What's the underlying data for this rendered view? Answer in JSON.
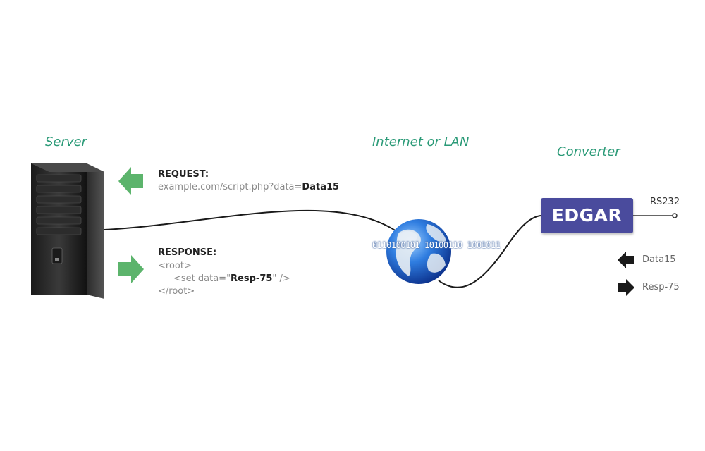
{
  "labels": {
    "server": "Server",
    "network": "Internet or LAN",
    "converter": "Converter"
  },
  "request": {
    "title": "REQUEST:",
    "url_prefix": "example.com/script.php?data=",
    "url_value": "Data15"
  },
  "response": {
    "title": "RESPONSE:",
    "line1": "<root>",
    "line2_prefix": "<set data=\"",
    "line2_value": "Resp-75",
    "line2_suffix": "\" />",
    "line3": "</root>"
  },
  "device": {
    "name": "EDGAR",
    "port": "RS232"
  },
  "legend": {
    "incoming": "Data15",
    "outgoing": "Resp-75"
  },
  "globe_bits": "0110100101 10100110 1001011",
  "colors": {
    "label_green": "#2a9a77",
    "arrow_green": "#5cb46c",
    "edgar_blue": "#4a4b9d"
  }
}
